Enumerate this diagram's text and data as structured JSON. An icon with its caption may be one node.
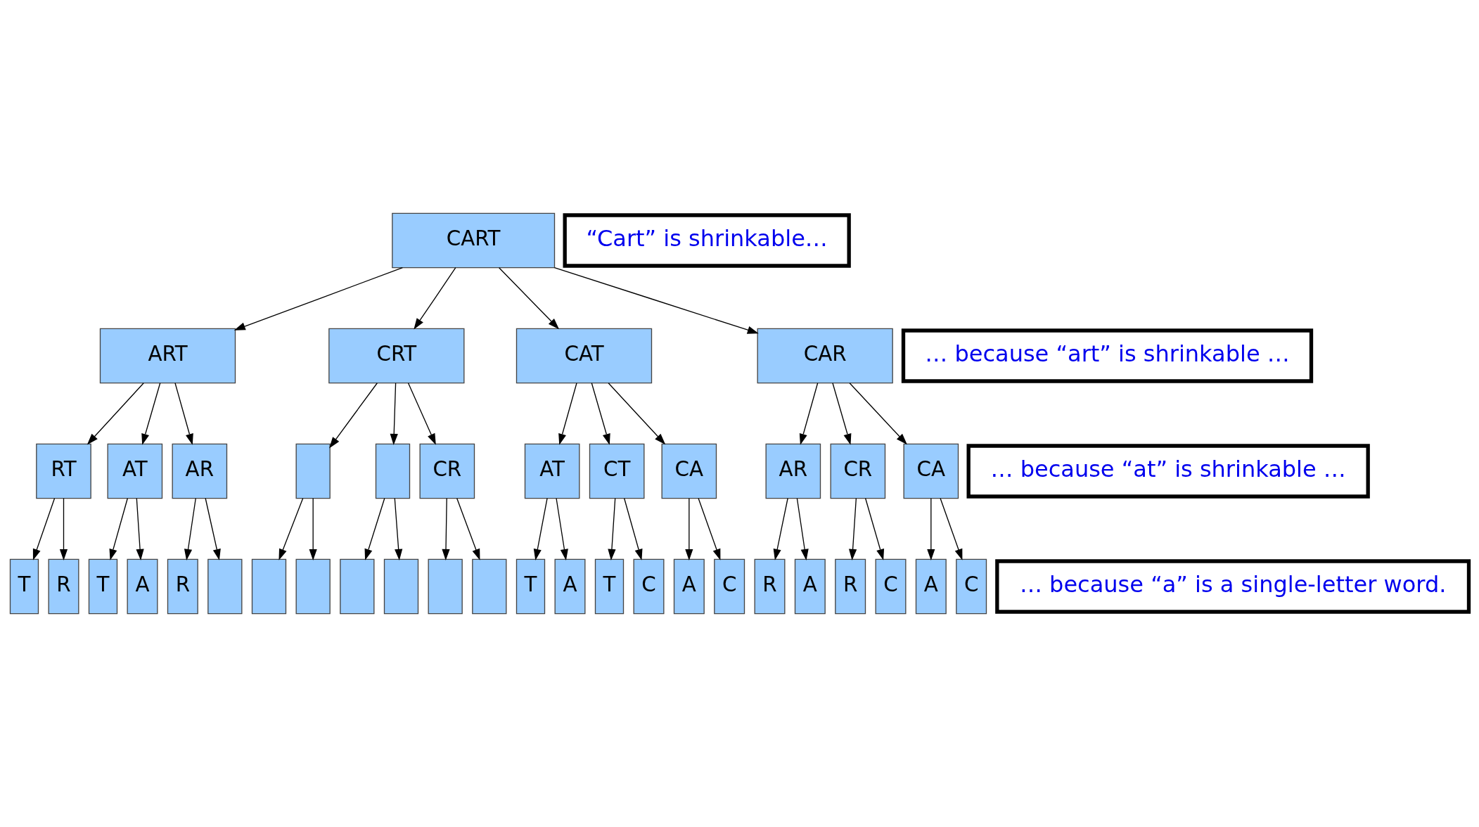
{
  "diagram": {
    "nodes": [
      {
        "text": [
          "CART"
        ]
      },
      {
        "text": [
          "“Cart” is shrinkable…"
        ]
      },
      {
        "text": [
          "… because “art” is shrinkable …"
        ]
      },
      {
        "text": [
          "ART"
        ]
      },
      {
        "text": [
          "CRT"
        ]
      },
      {
        "text": [
          "CAT"
        ]
      },
      {
        "text": [
          "CAR"
        ]
      },
      {
        "text": [
          "RT"
        ]
      },
      {
        "text": [
          "AT"
        ]
      },
      {
        "text": [
          "AR"
        ]
      },
      {
        "text": [
          "… because “at” is shrinkable …"
        ]
      },
      {
        "text": [],
        "shape": "box"
      },
      {
        "text": [],
        "shape": "box"
      },
      {
        "text": [
          "CR"
        ]
      },
      {
        "text": [
          "AT"
        ]
      },
      {
        "text": [
          "CT"
        ]
      },
      {
        "text": [
          "CA"
        ]
      },
      {
        "text": [
          "AR"
        ]
      },
      {
        "text": [
          "CR"
        ]
      },
      {
        "text": [
          "CA"
        ]
      },
      {
        "text": [
          "… because “a” is a single-letter word."
        ]
      },
      {
        "text": [
          "T"
        ]
      },
      {
        "text": [
          "R"
        ]
      },
      {
        "text": [
          "T"
        ]
      },
      {
        "text": [
          "A"
        ]
      },
      {
        "text": [
          "R"
        ]
      },
      {
        "text": [],
        "shape": "box"
      },
      {
        "text": [],
        "shape": "box"
      },
      {
        "text": [],
        "shape": "box"
      },
      {
        "text": [],
        "shape": "box"
      },
      {
        "text": [],
        "shape": "box"
      },
      {
        "text": [],
        "shape": "box"
      },
      {
        "text": [],
        "shape": "box"
      },
      {
        "text": [
          "T"
        ]
      },
      {
        "text": [
          "A"
        ]
      },
      {
        "text": [
          "T"
        ]
      },
      {
        "text": [
          "C"
        ]
      },
      {
        "text": [
          "A"
        ]
      },
      {
        "text": [
          "C"
        ]
      },
      {
        "text": [
          "R"
        ]
      },
      {
        "text": [
          "A"
        ]
      },
      {
        "text": [
          "R"
        ]
      },
      {
        "text": [
          "C"
        ]
      },
      {
        "text": [
          "A"
        ]
      },
      {
        "text": [
          "C"
        ]
      }
    ],
    "edges": [
      {
        "from": 0,
        "to": 3,
        "arrow": "to"
      },
      {
        "from": 0,
        "to": 4,
        "arrow": "to"
      },
      {
        "from": 0,
        "to": 5,
        "arrow": "to"
      },
      {
        "from": 0,
        "to": 6,
        "arrow": "to"
      },
      {
        "from": 3,
        "to": 7,
        "arrow": "to"
      },
      {
        "from": 3,
        "to": 8,
        "arrow": "to"
      },
      {
        "from": 3,
        "to": 9,
        "arrow": "to"
      },
      {
        "from": 4,
        "to": 11,
        "arrow": "to"
      },
      {
        "from": 4,
        "to": 12,
        "arrow": "to"
      },
      {
        "from": 4,
        "to": 13,
        "arrow": "to"
      },
      {
        "from": 5,
        "to": 14,
        "arrow": "to"
      },
      {
        "from": 5,
        "to": 15,
        "arrow": "to"
      },
      {
        "from": 5,
        "to": 16,
        "arrow": "to"
      },
      {
        "from": 6,
        "to": 17,
        "arrow": "to"
      },
      {
        "from": 6,
        "to": 18,
        "arrow": "to"
      },
      {
        "from": 6,
        "to": 19,
        "arrow": "to"
      },
      {
        "from": 7,
        "to": 21,
        "arrow": "to"
      },
      {
        "from": 7,
        "to": 22,
        "arrow": "to"
      },
      {
        "from": 8,
        "to": 23,
        "arrow": "to"
      },
      {
        "from": 8,
        "to": 24,
        "arrow": "to"
      },
      {
        "from": 9,
        "to": 25,
        "arrow": "to"
      },
      {
        "from": 9,
        "to": 26,
        "arrow": "to"
      },
      {
        "from": 11,
        "to": 27,
        "arrow": "to"
      },
      {
        "from": 11,
        "to": 28,
        "arrow": "to"
      },
      {
        "from": 12,
        "to": 29,
        "arrow": "to"
      },
      {
        "from": 12,
        "to": 30,
        "arrow": "to"
      },
      {
        "from": 13,
        "to": 31,
        "arrow": "to"
      },
      {
        "from": 13,
        "to": 32,
        "arrow": "to"
      },
      {
        "from": 14,
        "to": 33,
        "arrow": "to"
      },
      {
        "from": 14,
        "to": 34,
        "arrow": "to"
      },
      {
        "from": 15,
        "to": 35,
        "arrow": "to"
      },
      {
        "from": 15,
        "to": 36,
        "arrow": "to"
      },
      {
        "from": 16,
        "to": 37,
        "arrow": "to"
      },
      {
        "from": 16,
        "to": 38,
        "arrow": "to"
      },
      {
        "from": 17,
        "to": 39,
        "arrow": "to"
      },
      {
        "from": 17,
        "to": 40,
        "arrow": "to"
      },
      {
        "from": 18,
        "to": 41,
        "arrow": "to"
      },
      {
        "from": 18,
        "to": 42,
        "arrow": "to"
      },
      {
        "from": 19,
        "to": 43,
        "arrow": "to"
      },
      {
        "from": 19,
        "to": 44,
        "arrow": "to"
      }
    ]
  }
}
